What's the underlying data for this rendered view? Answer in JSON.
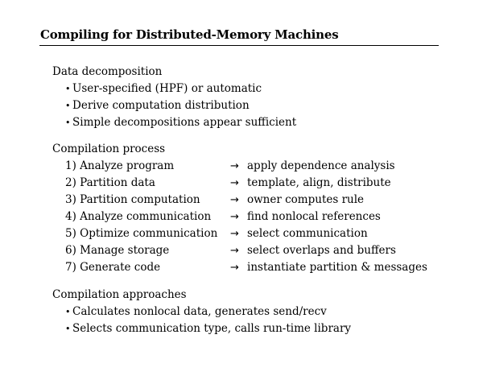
{
  "title": "Compiling for Distributed-Memory Machines",
  "sections": [
    {
      "heading": "Data decomposition",
      "bullets": [
        "User-specified (HPF) or automatic",
        "Derive computation distribution",
        "Simple decompositions appear sufficient"
      ]
    },
    {
      "heading": "Compilation process",
      "steps": [
        {
          "left": "1) Analyze program",
          "arrow": "→",
          "right": "apply dependence analysis"
        },
        {
          "left": "2) Partition data",
          "arrow": "→",
          "right": "template, align, distribute"
        },
        {
          "left": "3) Partition computation",
          "arrow": "→",
          "right": "owner computes rule"
        },
        {
          "left": "4) Analyze communication",
          "arrow": "→",
          "right": "find nonlocal references"
        },
        {
          "left": "5) Optimize communication",
          "arrow": "→",
          "right": "select communication"
        },
        {
          "left": "6) Manage storage",
          "arrow": "→",
          "right": "select overlaps and buffers"
        },
        {
          "left": "7) Generate code",
          "arrow": "→",
          "right": "instantiate partition & messages"
        }
      ]
    },
    {
      "heading": "Compilation approaches",
      "bullets": [
        "Calculates nonlocal data, generates send/recv",
        "Selects communication type, calls run-time library"
      ]
    }
  ],
  "bullet_glyph": "•"
}
